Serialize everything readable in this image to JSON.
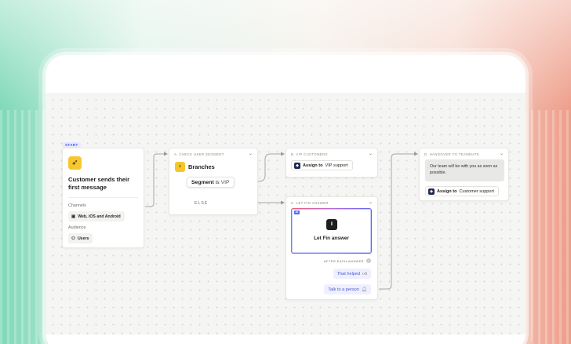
{
  "colors": {
    "accent_blue": "#4a53e0",
    "trigger_yellow": "#f6c62d",
    "fin_gradient_start": "#f05a6e",
    "fin_gradient_end": "#5b68f5",
    "reply_bg": "#eef0ff"
  },
  "start": {
    "tag": "START",
    "title": "Customer sends their first message",
    "trigger_icon": "rocket-icon",
    "channels_label": "Channels",
    "channels_value": "Web, iOS and Android",
    "channels_icon": "devices-icon",
    "audience_label": "Audience",
    "audience_value": "Users",
    "audience_icon": "users-icon"
  },
  "branch_step": {
    "heading": "A. CHECK USER SEGMENT",
    "title": "Branches",
    "condition_prefix": "Segment",
    "condition_operator": "is",
    "condition_value": "VIP",
    "else_label": "ELSE"
  },
  "vip_step": {
    "heading": "B. VIP CUSTOMERS",
    "action_verb": "Assign to",
    "action_target": "VIP support"
  },
  "fin_step": {
    "heading": "C. LET FIN ANSWER",
    "ai_tag": "AI",
    "action_label": "Let Fin answer",
    "after_label": "AFTER EACH ANSWER",
    "help_icon": "question-icon",
    "replies": [
      {
        "label": "That helped",
        "icon": "thumbs-up-icon"
      },
      {
        "label": "Talk to a person",
        "icon": "person-icon"
      }
    ]
  },
  "handover_step": {
    "heading": "D. HANDOVER TO TEAMMATE",
    "message": "Our team will be with you as soon as possible.",
    "action_verb": "Assign to",
    "action_target": "Customer support"
  }
}
